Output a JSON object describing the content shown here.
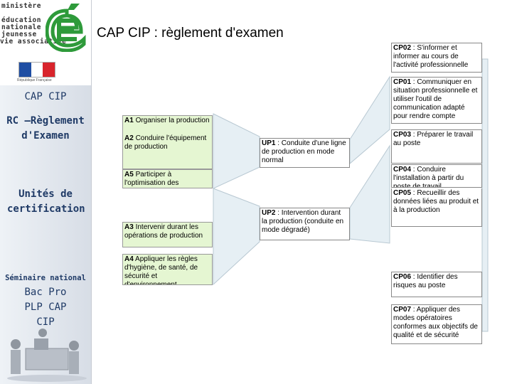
{
  "header": {
    "ministry_lines": [
      "ministère",
      "éducation",
      "nationale",
      "jeunesse",
      "vie associative"
    ],
    "title": "CAP CIP : règlement d'examen"
  },
  "sidebar": {
    "flag_caption": "République Française",
    "items": [
      {
        "label": "CAP CIP"
      },
      {
        "label": "RC –Règlement d'Examen"
      },
      {
        "label": "Unités de certification"
      },
      {
        "label": "Séminaire national"
      },
      {
        "label": "Bac Pro PLP CAP CIP"
      }
    ]
  },
  "activities": [
    {
      "lines": [
        {
          "code": "A1",
          "text": " Organiser la production"
        },
        {
          "code": "A2",
          "text": " Conduire l'équipement de production"
        }
      ]
    },
    {
      "lines": [
        {
          "code": "A5",
          "text": " Participer à l'optimisation des opérations"
        }
      ]
    },
    {
      "lines": [
        {
          "code": "A3",
          "text": " Intervenir durant les opérations de production"
        }
      ]
    },
    {
      "lines": [
        {
          "code": "A4",
          "text": " Appliquer les règles d'hygiène, de santé, de sécurité et d'environnement"
        }
      ]
    }
  ],
  "units": [
    {
      "code": "UP1",
      "text": " : Conduite d'une ligne de production en mode normal"
    },
    {
      "code": "UP2",
      "text": " : Intervention durant la production (conduite en mode dégradé)"
    }
  ],
  "competences": [
    {
      "lines": [
        {
          "code": "CP02",
          "text": " : S'informer et informer au cours de l'activité professionnelle"
        }
      ]
    },
    {
      "lines": [
        {
          "code": "CP01",
          "text": " : Communiquer en situation professionnelle et utiliser l'outil de communication adapté pour rendre compte"
        }
      ]
    },
    {
      "lines": [
        {
          "code": "CP03",
          "text": " : Préparer le travail au poste"
        }
      ]
    },
    {
      "lines": [
        {
          "code": "CP04",
          "text": " : Conduire l'installation à partir du poste de travail"
        },
        {
          "code": "CP05",
          "text": " : Recueillir des données liées au produit et à la production"
        }
      ]
    },
    {
      "lines": [
        {
          "code": "CP06",
          "text": " : Identifier des risques au poste"
        }
      ]
    },
    {
      "lines": [
        {
          "code": "CP07",
          "text": " : Appliquer des modes opératoires conformes aux objectifs de qualité et de sécurité"
        }
      ]
    }
  ],
  "colors": {
    "sidebar_text": "#1f3a66",
    "logo_green": "#2e9a3a",
    "activity_fill": "#e5f6d2",
    "connector_fill": "#e6eff4",
    "connector_stroke": "#b8c8d2"
  }
}
